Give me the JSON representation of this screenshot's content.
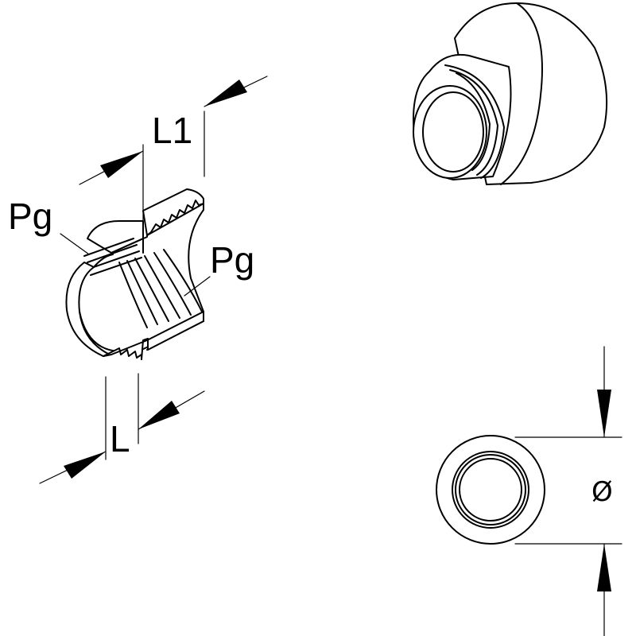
{
  "labels": {
    "l1": "L1",
    "pg_left": "Pg",
    "pg_right": "Pg",
    "l": "L",
    "diameter": "Ø"
  },
  "colors": {
    "line": "#000000",
    "background": "#ffffff"
  }
}
